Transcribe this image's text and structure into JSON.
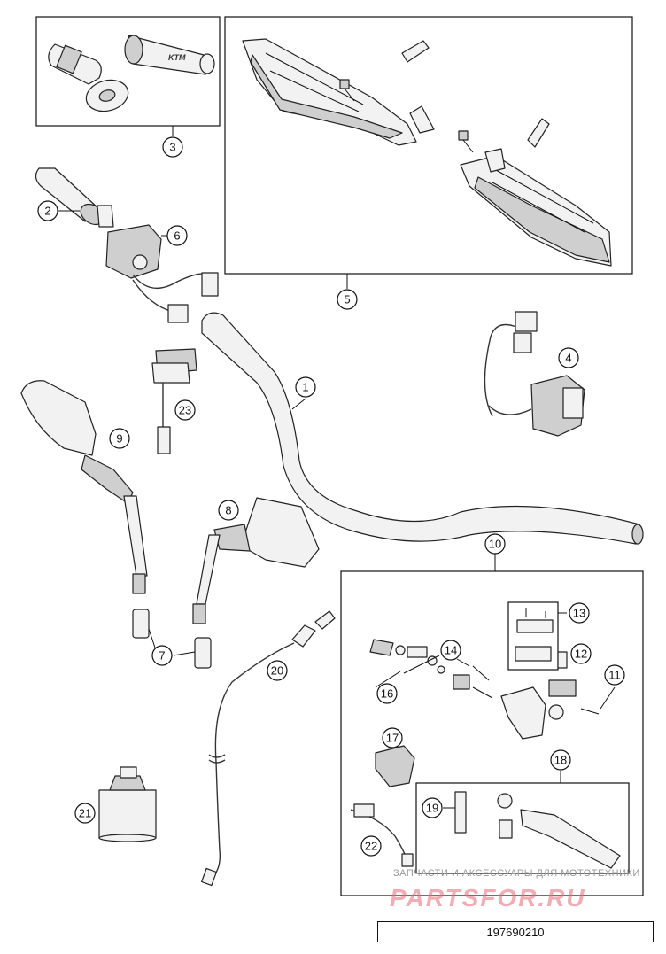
{
  "document_number": "197690210",
  "watermark": {
    "caption": "ЗАПЧАСТИ И АКСЕССУАРЫ ДЛЯ МОТОТЕХНИКИ",
    "brand": "PARTSFOR.RU"
  },
  "callouts": {
    "c1": "1",
    "c2": "2",
    "c3": "3",
    "c4": "4",
    "c5": "5",
    "c6": "6",
    "c7": "7",
    "c8": "8",
    "c9": "9",
    "c10": "10",
    "c11": "11",
    "c12": "12",
    "c13": "13",
    "c14": "14",
    "c16": "16",
    "c17": "17",
    "c18": "18",
    "c19": "19",
    "c20": "20",
    "c21": "21",
    "c22": "22",
    "c23": "23"
  },
  "grip_logo_text": "KTM"
}
